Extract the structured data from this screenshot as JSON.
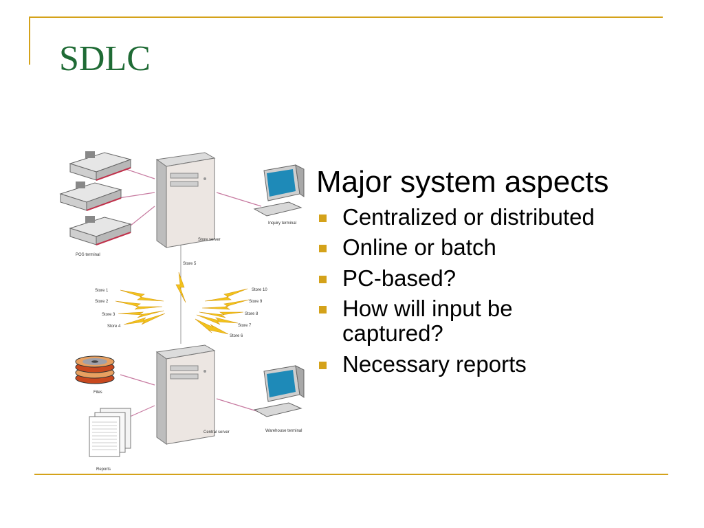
{
  "slide": {
    "title": "SDLC",
    "heading": "Major system aspects",
    "bullets": [
      "Centralized or distributed",
      "Online or batch",
      "PC-based?",
      "How will input be captured?",
      "Necessary reports"
    ],
    "accent_color": "#d4a21a",
    "title_color": "#1f6b35"
  },
  "diagram": {
    "labels": {
      "pos_terminal": "POS terminal",
      "store_server": "Store server",
      "inquiry_terminal": "Inquiry terminal",
      "store5": "Store 5",
      "store1": "Store 1",
      "store2": "Store 2",
      "store3": "Store 3",
      "store4": "Store 4",
      "store10": "Store 10",
      "store9": "Store 9",
      "store8": "Store 8",
      "store7": "Store 7",
      "store6": "Store 6",
      "files": "Files",
      "reports": "Reports",
      "central_server": "Central server",
      "warehouse_terminal": "Warehouse terminal"
    },
    "icons": {
      "cash_register": "cash-register-icon",
      "server": "server-tower-icon",
      "terminal": "computer-terminal-icon",
      "lightning": "lightning-icon",
      "disk_stack": "disk-stack-icon",
      "report": "report-pages-icon"
    }
  }
}
